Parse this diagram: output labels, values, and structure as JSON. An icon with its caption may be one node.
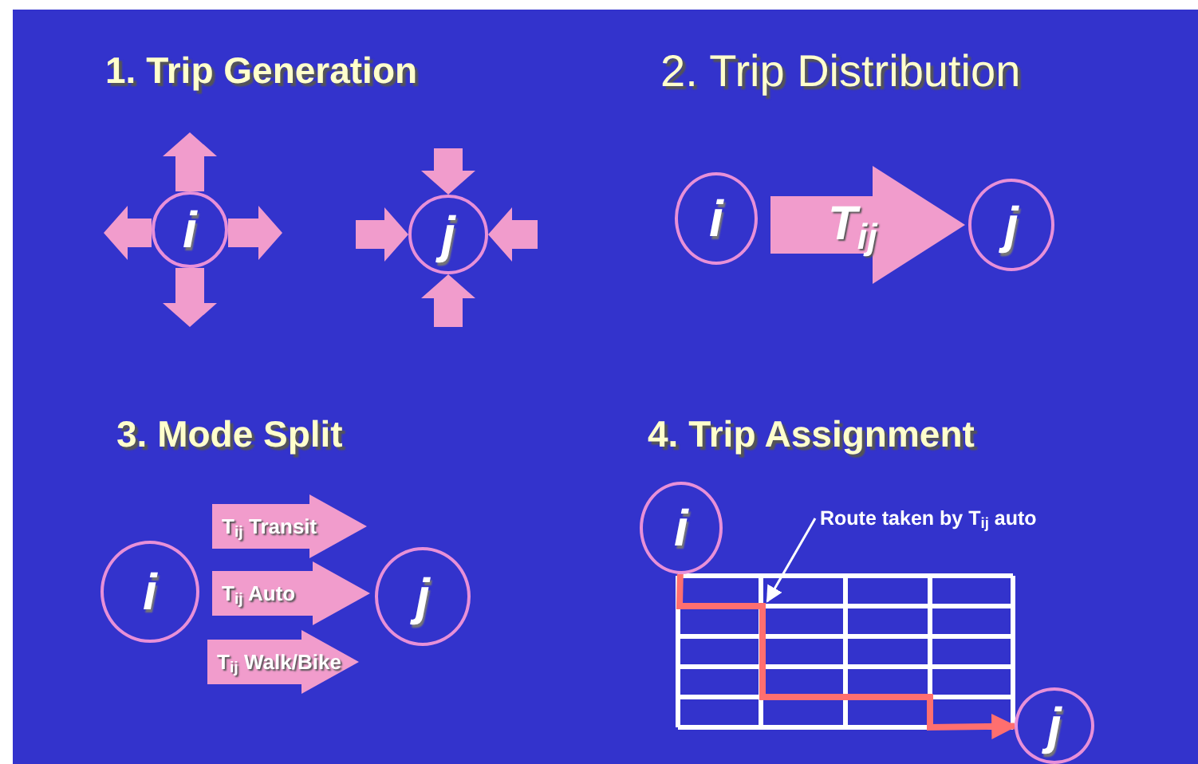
{
  "diagram": {
    "nodes": [
      {
        "text": [
          "i"
        ]
      },
      {
        "text": [
          "j"
        ]
      },
      {
        "text": [
          "i"
        ]
      },
      {
        "text": [
          "j"
        ]
      },
      {
        "text": [
          "i"
        ]
      },
      {
        "text": [
          "j"
        ]
      },
      {
        "text": [
          "i"
        ]
      },
      {
        "text": [
          "j"
        ]
      },
      {
        "text": [
          "Route taken by T$_{ij}$ auto"
        ]
      }
    ],
    "edges": [
      {
        "from": 0,
        "to": null,
        "arrow": "to"
      },
      {
        "from": 0,
        "to": null,
        "arrow": "to"
      },
      {
        "from": 0,
        "to": null,
        "arrow": "to"
      },
      {
        "from": 0,
        "to": null,
        "arrow": "to"
      },
      {
        "from": null,
        "to": 1,
        "arrow": "to"
      },
      {
        "from": null,
        "to": 1,
        "arrow": "to"
      },
      {
        "from": null,
        "to": 1,
        "arrow": "to"
      },
      {
        "from": null,
        "to": 1,
        "arrow": "to"
      },
      {
        "from": 2,
        "to": 3,
        "arrow": "to",
        "label": "T$_{ij}$"
      },
      {
        "from": 4,
        "to": 5,
        "arrow": "to",
        "label": "T$_{ij}$ Transit"
      },
      {
        "from": 4,
        "to": 5,
        "arrow": "to",
        "label": "T$_{ij}$ Auto"
      },
      {
        "from": 4,
        "to": 5,
        "arrow": "to",
        "label": "T$_{ij}$ Walk/Bike"
      },
      {
        "from": 6,
        "to": 7,
        "arrow": "to",
        "style": "thick",
        "color": "#ff6f6f"
      },
      {
        "from": 8,
        "to": null,
        "arrow": "to",
        "color": "#ffffff"
      }
    ],
    "labels": [
      "1. Trip Generation",
      "2. Trip Distribution",
      "3. Mode Split",
      "4. Trip Assignment"
    ]
  }
}
